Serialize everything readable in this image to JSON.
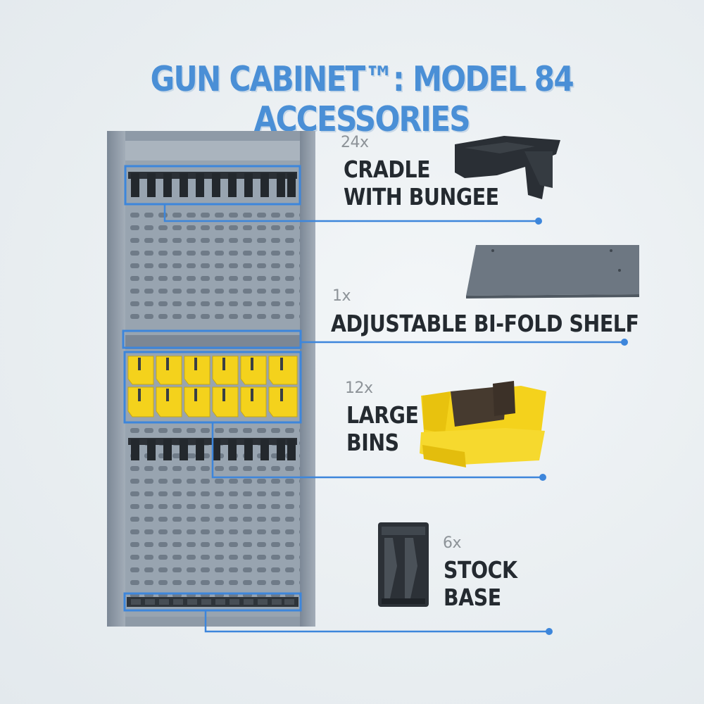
{
  "title": "GUN CABINET™: MODEL 84 ACCESSORIES",
  "colors": {
    "accent": "#4a8fd6",
    "cabinet": "#8e9aa7",
    "bin_yellow": "#f4d21c",
    "text_dark": "#242a30",
    "count_gray": "#8d9398"
  },
  "accessories": [
    {
      "count": "24x",
      "label_lines": [
        "CRADLE",
        "WITH BUNGEE"
      ]
    },
    {
      "count": "1x",
      "label_lines": [
        "ADJUSTABLE BI-FOLD SHELF"
      ]
    },
    {
      "count": "12x",
      "label_lines": [
        "LARGE",
        "BINS"
      ]
    },
    {
      "count": "6x",
      "label_lines": [
        "STOCK",
        "BASE"
      ]
    }
  ]
}
